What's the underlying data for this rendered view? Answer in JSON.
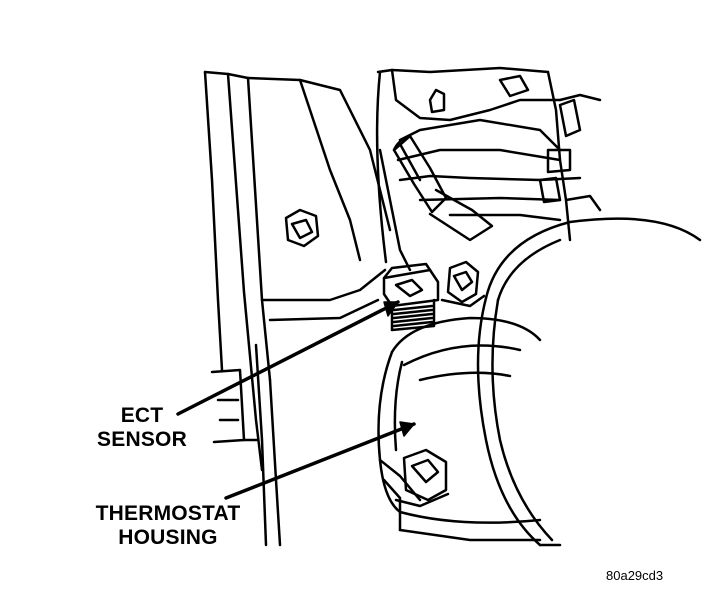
{
  "callouts": {
    "ect_sensor": {
      "line1": "ECT",
      "line2": "SENSOR"
    },
    "thermostat_housing": {
      "line1": "THERMOSTAT",
      "line2": "HOUSING"
    }
  },
  "figure_code": "80a29cd3",
  "colors": {
    "ink": "#000000",
    "paper": "#ffffff"
  }
}
